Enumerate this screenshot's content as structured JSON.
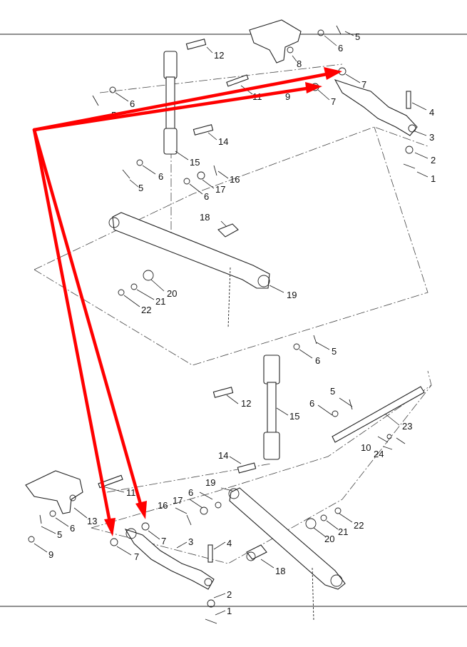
{
  "colors": {
    "background": "#ffffff",
    "line_art": "#222222",
    "callout_arrows": "#ff0000"
  },
  "upper_assembly": {
    "callouts": {
      "c1": "1",
      "c2": "2",
      "c3": "3",
      "c4": "4",
      "c5a": "5",
      "c5b": "5",
      "c5c": "5",
      "c6a": "6",
      "c6b": "6",
      "c6c": "6",
      "c6d": "6",
      "c7a": "7",
      "c7b": "7",
      "c8": "8",
      "c9": "9",
      "c11": "11",
      "c12": "12",
      "c14": "14",
      "c15": "15",
      "c16": "16",
      "c17": "17",
      "c18": "18",
      "c19": "19",
      "c20": "20",
      "c21": "21",
      "c22": "22"
    }
  },
  "lower_assembly": {
    "callouts": {
      "c1": "1",
      "c2": "2",
      "c3": "3",
      "c4": "4",
      "c5a": "5",
      "c5b": "5",
      "c5c": "5",
      "c6a": "6",
      "c6b": "6",
      "c6c": "6",
      "c6d": "6",
      "c7a": "7",
      "c7b": "7",
      "c9": "9",
      "c10": "10",
      "c11": "11",
      "c12": "12",
      "c13": "13",
      "c14": "14",
      "c15": "15",
      "c16": "16",
      "c17": "17",
      "c18": "18",
      "c19": "19",
      "c20": "20",
      "c21": "21",
      "c22": "22",
      "c23": "23",
      "c24": "24"
    }
  }
}
